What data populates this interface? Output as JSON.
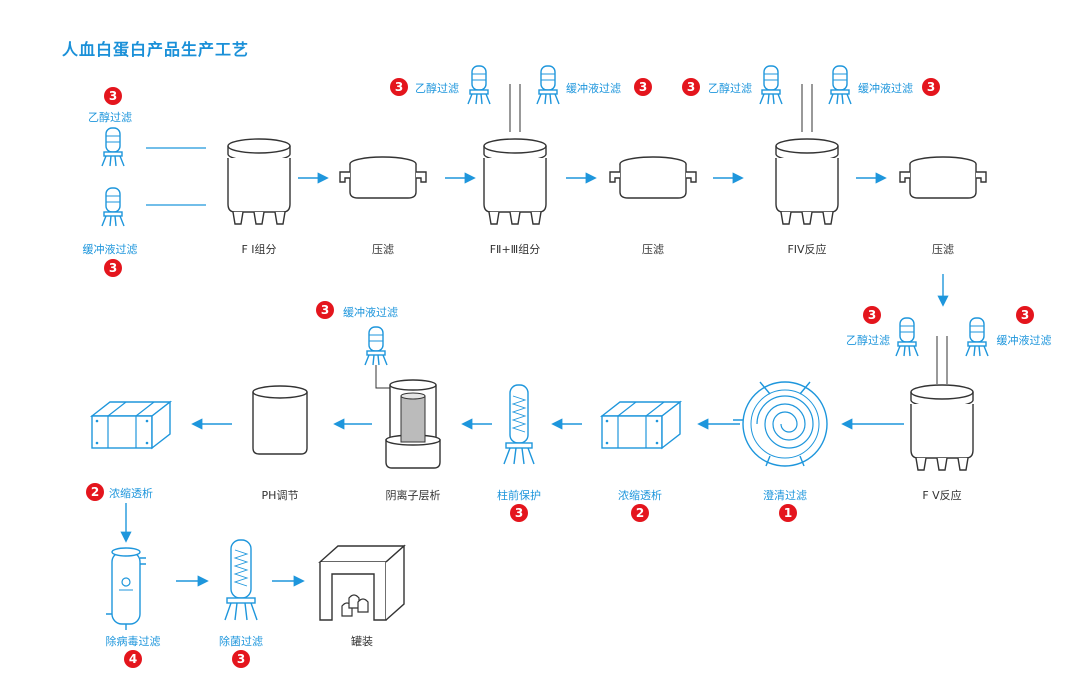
{
  "title": "人血白蛋白产品生产工艺",
  "colors": {
    "accent": "#1e96dc",
    "badge": "#e4151d",
    "equipment": "#333333"
  },
  "filters": {
    "ethanol": "乙醇过滤",
    "buffer": "缓冲液过滤",
    "badge": "3"
  },
  "row1": {
    "f1": "F Ⅰ组分",
    "press": "压滤",
    "f23": "FⅡ+Ⅲ组分",
    "f4": "FIV反应"
  },
  "row2": {
    "f5": "F V反应",
    "clarify": "澄清过滤",
    "clarify_badge": "1",
    "concentrate": "浓缩透析",
    "concentrate_badge": "2",
    "guard_column": "柱前保护",
    "guard_badge": "3",
    "anion": "阴离子层析",
    "ph": "PH调节"
  },
  "row3": {
    "virus": "除病毒过滤",
    "virus_badge": "4",
    "sterile": "除菌过滤",
    "sterile_badge": "3",
    "filling": "罐装"
  }
}
